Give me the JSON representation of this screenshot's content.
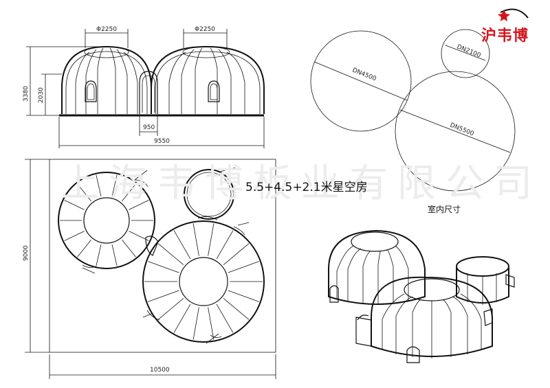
{
  "brand": {
    "logo_text": "沪韦博",
    "accent_color": "#d4161e"
  },
  "watermark": "上海韦博板业有限公司",
  "title": "5.5+4.5+2.1米星空房",
  "subtitle": "室内尺寸",
  "front_view": {
    "dim_top_left": "Φ2250",
    "dim_top_right": "Φ2250",
    "dim_total_height": "3380",
    "dim_wall_height": "2030",
    "dim_connector_width": "950",
    "dim_total_width": "9550"
  },
  "plan_view": {
    "dim_height": "9000",
    "dim_width": "10500"
  },
  "interior_circles": [
    {
      "label": "DN4500"
    },
    {
      "label": "DN2100"
    },
    {
      "label": "DN5500"
    }
  ]
}
